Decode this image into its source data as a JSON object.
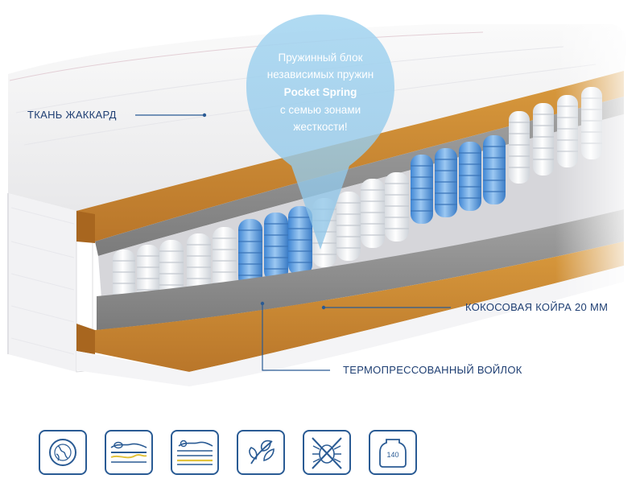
{
  "bubble": {
    "line1": "Пружинный блок",
    "line2": "независимых пружин",
    "line3": "Pocket Spring",
    "line4": "с семью зонами",
    "line5": "жесткости!"
  },
  "labels": {
    "jacquard": "ТКАНЬ ЖАККАРД",
    "coir": "КОКОСОВАЯ КОЙРА 20 ММ",
    "felt": "ТЕРМОПРЕССОВАННЫЙ ВОЙЛОК"
  },
  "icons": [
    {
      "name": "globe-icon"
    },
    {
      "name": "mattress-sleeper-icon"
    },
    {
      "name": "mattress-support-icon"
    },
    {
      "name": "leaf-icon"
    },
    {
      "name": "no-mites-icon"
    },
    {
      "name": "max-weight-icon",
      "value": "140"
    }
  ],
  "colors": {
    "accent": "#1f3f73",
    "coir": "#c9862f",
    "felt": "#8d8d8d",
    "spring_blue": "#5b9de0",
    "bubble": "#9fd1ee"
  }
}
